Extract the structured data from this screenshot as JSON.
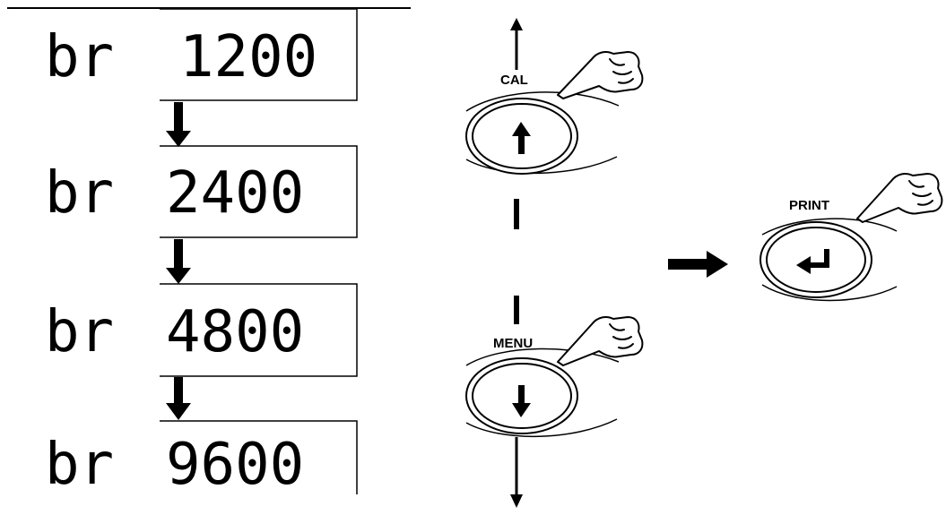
{
  "rows": [
    {
      "prefix": "br",
      "value": "1200"
    },
    {
      "prefix": "br",
      "value": "2400"
    },
    {
      "prefix": "br",
      "value": "4800"
    },
    {
      "prefix": "br",
      "value": "9600"
    }
  ],
  "keys": {
    "cal": "CAL",
    "menu": "MENU",
    "print": "PRINT"
  }
}
